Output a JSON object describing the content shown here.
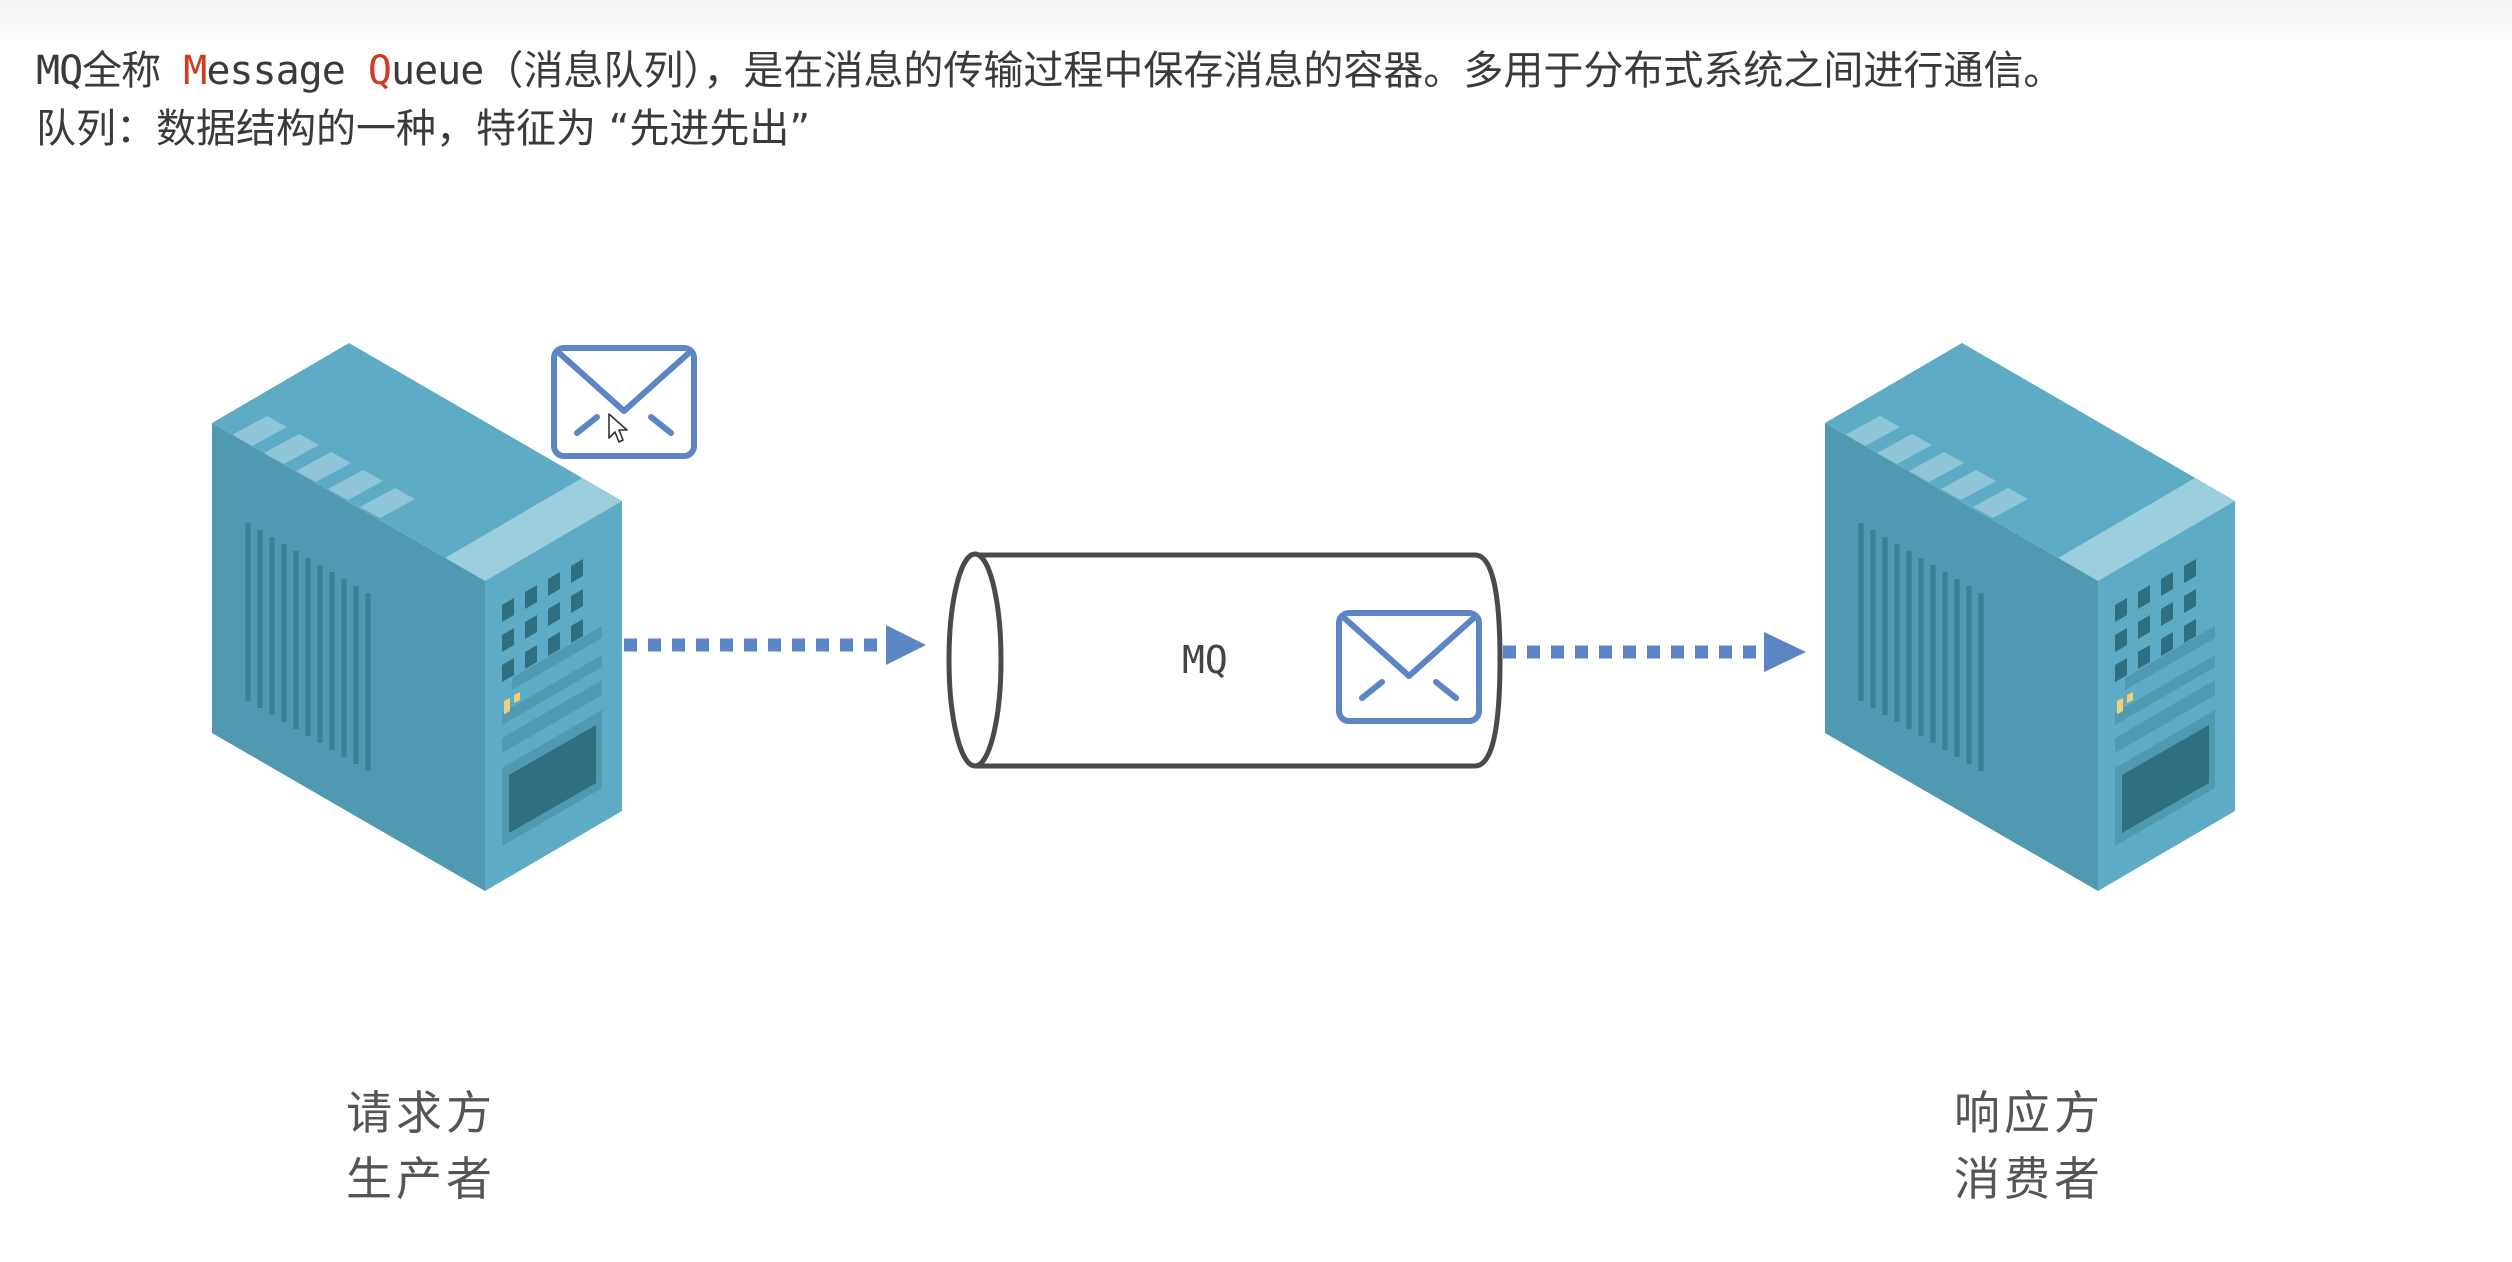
{
  "intro": {
    "line1": {
      "prefix": "MQ全称 ",
      "m_letter": "M",
      "essage": "essage ",
      "q_letter": "Q",
      "ueue": "ueue",
      "rest": "（消息队列），是在消息的传输过程中保存消息的容器。多用于分布式系统之间进行通信。"
    },
    "line2": "队列：数据结构的一种，特征为 “先进先出”"
  },
  "diagram": {
    "queue_label": "MQ",
    "producer": {
      "line1": "请求方",
      "line2": "生产者"
    },
    "consumer": {
      "line1": "响应方",
      "line2": "消费者"
    },
    "icons": {
      "producer_server": "server-icon",
      "consumer_server": "server-icon",
      "sent_message": "envelope-icon",
      "queued_message": "envelope-icon",
      "pointer": "mouse-pointer-icon"
    }
  },
  "colors": {
    "accent_text": "#d23a22",
    "arrow": "#5b85c4",
    "envelope": "#5b85c4",
    "server_top": "#5eabc6",
    "server_side": "#4f9ab0",
    "server_front": "#5eabc6",
    "cylinder_stroke": "#4a4a4a"
  }
}
